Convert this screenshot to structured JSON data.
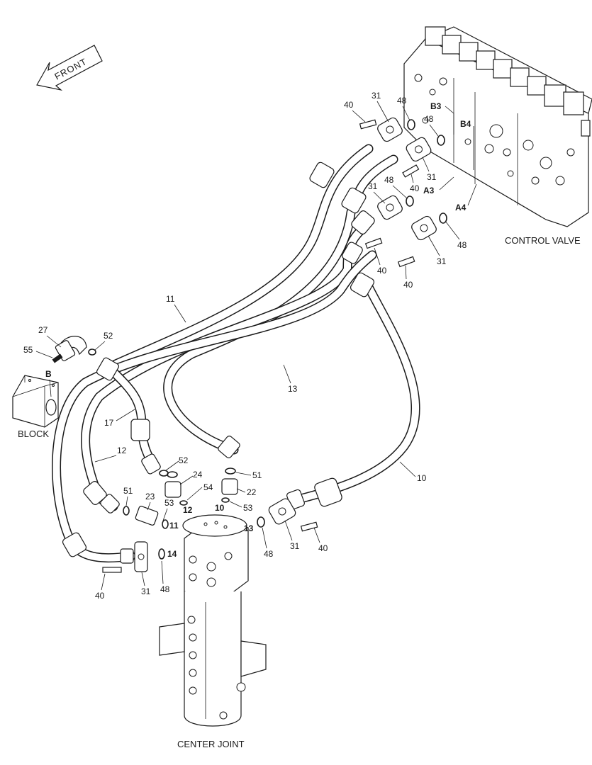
{
  "front_label": "FRONT",
  "captions": {
    "control_valve": "CONTROL VALVE",
    "center_joint": "CENTER JOINT",
    "block": "BLOCK"
  },
  "port_labels": {
    "b3": "B3",
    "b4": "B4",
    "a3": "A3",
    "a4": "A4",
    "b": "B",
    "p10": "10",
    "p11": "11",
    "p12": "12",
    "p13": "13",
    "p14": "14"
  },
  "callouts": [
    {
      "id": "c40a",
      "text": "40"
    },
    {
      "id": "c31a",
      "text": "31"
    },
    {
      "id": "c48a",
      "text": "48"
    },
    {
      "id": "c48b",
      "text": "48"
    },
    {
      "id": "c31b",
      "text": "31"
    },
    {
      "id": "c40b",
      "text": "40"
    },
    {
      "id": "c31c",
      "text": "31"
    },
    {
      "id": "c48c",
      "text": "48"
    },
    {
      "id": "c48d",
      "text": "48"
    },
    {
      "id": "c31d",
      "text": "31"
    },
    {
      "id": "c40c",
      "text": "40"
    },
    {
      "id": "c40d",
      "text": "40"
    },
    {
      "id": "c11",
      "text": "11"
    },
    {
      "id": "c27",
      "text": "27"
    },
    {
      "id": "c52a",
      "text": "52"
    },
    {
      "id": "c55",
      "text": "55"
    },
    {
      "id": "c13",
      "text": "13"
    },
    {
      "id": "c17",
      "text": "17"
    },
    {
      "id": "c12",
      "text": "12"
    },
    {
      "id": "c52b",
      "text": "52"
    },
    {
      "id": "c24",
      "text": "24"
    },
    {
      "id": "c51a",
      "text": "51"
    },
    {
      "id": "c10",
      "text": "10"
    },
    {
      "id": "c22",
      "text": "22"
    },
    {
      "id": "c51b",
      "text": "51"
    },
    {
      "id": "c23",
      "text": "23"
    },
    {
      "id": "c54",
      "text": "54"
    },
    {
      "id": "c53a",
      "text": "53"
    },
    {
      "id": "c53b",
      "text": "53"
    },
    {
      "id": "c31e",
      "text": "31"
    },
    {
      "id": "c40e",
      "text": "40"
    },
    {
      "id": "c48e",
      "text": "48"
    },
    {
      "id": "c40f",
      "text": "40"
    },
    {
      "id": "c31f",
      "text": "31"
    },
    {
      "id": "c48f",
      "text": "48"
    }
  ]
}
